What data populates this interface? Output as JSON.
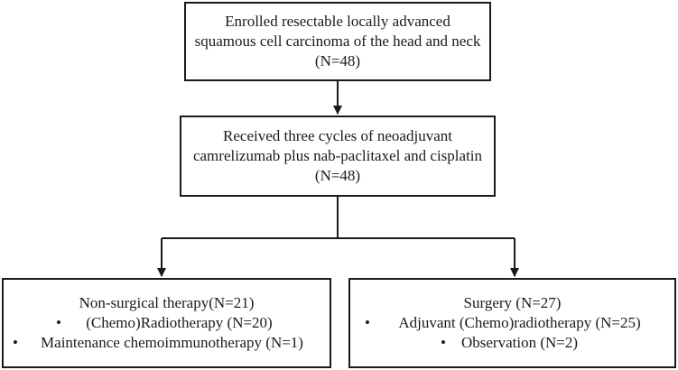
{
  "nodes": {
    "enrolled": {
      "lines": [
        "Enrolled resectable locally advanced",
        "squamous cell carcinoma of the head and neck",
        "(N=48)"
      ]
    },
    "treated": {
      "lines": [
        "Received three cycles of neoadjuvant",
        "camrelizumab plus nab-paclitaxel and cisplatin",
        "(N=48)"
      ]
    },
    "non_surgical": {
      "title": "Non-surgical therapy(N=21)",
      "bullet_symbol": "•",
      "items": [
        "(Chemo)Radiotherapy (N=20)",
        "Maintenance chemoimmunotherapy (N=1)"
      ]
    },
    "surgery": {
      "title": "Surgery (N=27)",
      "bullet_symbol": "•",
      "items": [
        "Adjuvant (Chemo)radiotherapy (N=25)",
        "Observation (N=2)"
      ]
    }
  },
  "edges": [
    {
      "from": "enrolled",
      "to": "treated"
    },
    {
      "from": "treated",
      "to": "non_surgical"
    },
    {
      "from": "treated",
      "to": "surgery"
    }
  ],
  "colors": {
    "stroke": "#1a1a1a",
    "fill": "#ffffff",
    "text": "#1a1a1a"
  }
}
